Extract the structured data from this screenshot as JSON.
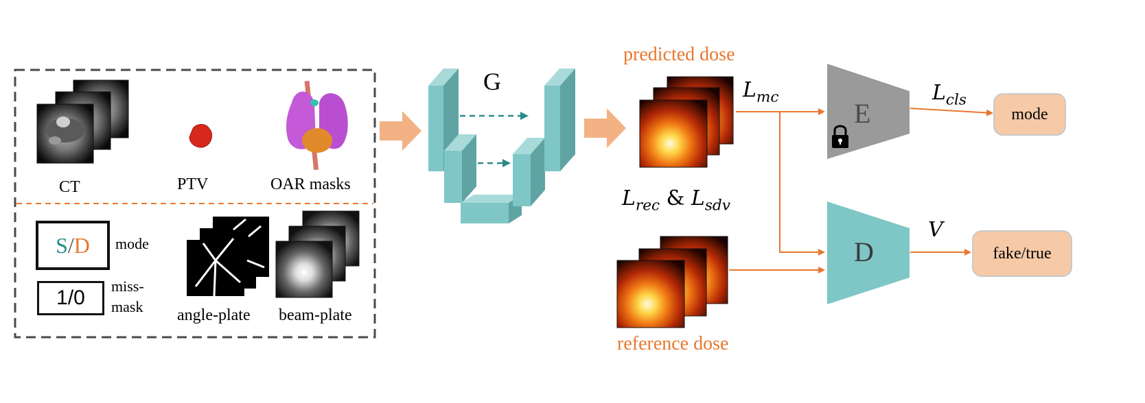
{
  "colors": {
    "orange": "#e8772e",
    "teal": "#2a8a8a",
    "unet": "#7fc6c6",
    "unet_dark": "#5fa3a3",
    "encoder_gray": "#9a9a9a",
    "pill_fill": "#f6c9a7",
    "arrow_fill": "#f2b283"
  },
  "inputs": {
    "ct_label": "CT",
    "ptv_label": "PTV",
    "oar_label": "OAR masks",
    "mode_text_s": "S",
    "mode_text_slash": "/",
    "mode_text_d": "D",
    "mode_label": "mode",
    "missmask_value": "1/0",
    "missmask_label_line1": "miss-",
    "missmask_label_line2": "mask",
    "angle_plate_label": "angle-plate",
    "beam_plate_label": "beam-plate"
  },
  "generator": {
    "label": "G"
  },
  "doses": {
    "predicted_label": "predicted dose",
    "reference_label": "reference dose"
  },
  "losses": {
    "l_mc_main": "L",
    "l_mc_sub": "mc",
    "l_rec_main": "L",
    "l_rec_sub": "rec",
    "amp": " & ",
    "l_sdv_main": "L",
    "l_sdv_sub": "sdv",
    "l_cls_main": "L",
    "l_cls_sub": "cls",
    "v_label": "V"
  },
  "encoder": {
    "label": "E",
    "icon": "lock-icon"
  },
  "discriminator": {
    "label": "D"
  },
  "outputs": {
    "mode_label": "mode",
    "fake_true_label": "fake/true"
  }
}
